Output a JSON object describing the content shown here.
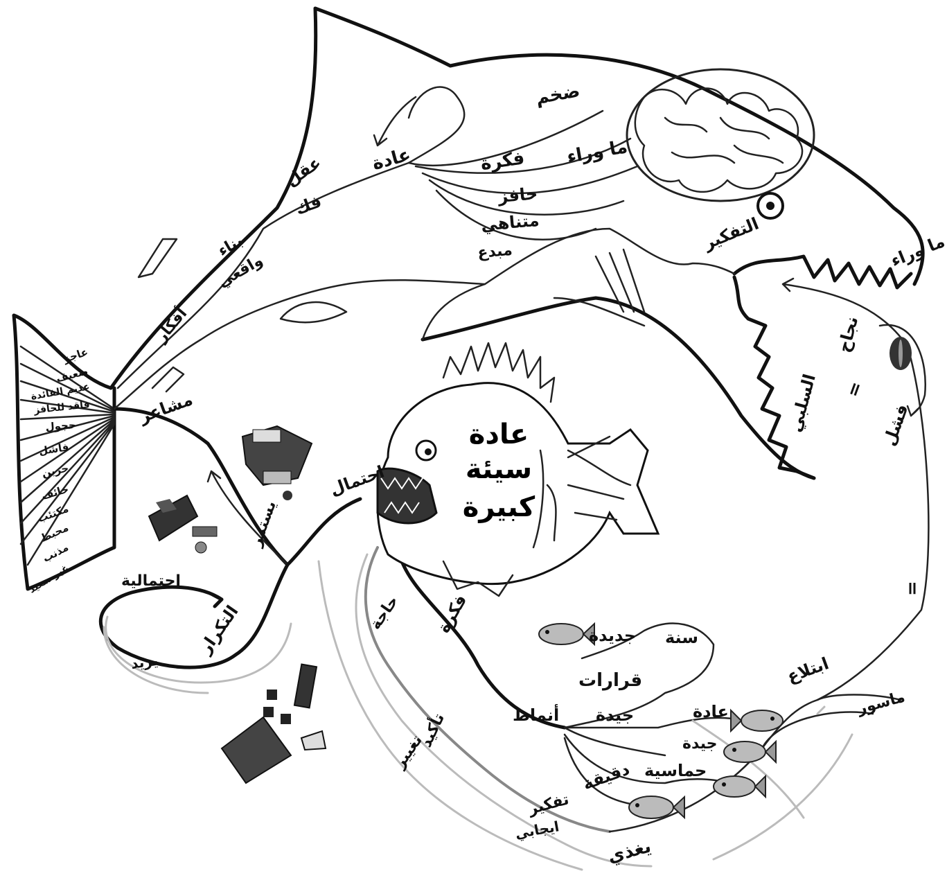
{
  "shark": {
    "brain_labels": [
      "ضخم",
      "ما وراء",
      "فكرة",
      "حافز",
      "متناهي",
      "مبدع"
    ],
    "left_labels": [
      "عادة",
      "عقل",
      "فك",
      "بناء",
      "واقعي",
      "أفكار"
    ],
    "mouth_labels": [
      "التفكير",
      "ما وراء",
      "السلبي"
    ],
    "side_labels": [
      "نجاح",
      "=",
      "فشل",
      "="
    ]
  },
  "tail": {
    "labels": [
      "عاجز",
      "ضعيف",
      "عديم الفائدة",
      "فاقد للحافز",
      "حجول",
      "فاشل",
      "حزين",
      "خائف",
      "مكتئب",
      "محبط",
      "مذنب",
      "غير سعيد"
    ]
  },
  "fish": {
    "title_lines": [
      "عادة",
      "سيئة",
      "كبيرة"
    ],
    "branch_labels": [
      "احتمال",
      "مشاعر",
      "يستمر",
      "احتمالية",
      "التكرار",
      "يزيد"
    ]
  },
  "bottom": {
    "labels": [
      "فكرة",
      "حاجة",
      "تأكيد",
      "تغيير",
      "سنة",
      "جديدة",
      "قرارات",
      "أنماط",
      "جيدة",
      "عادة",
      "جيدة",
      "حماسية",
      "دقيقة",
      "ابتلاع",
      "ماسور",
      "تفكير",
      "ايجابي",
      "يغذي"
    ]
  }
}
